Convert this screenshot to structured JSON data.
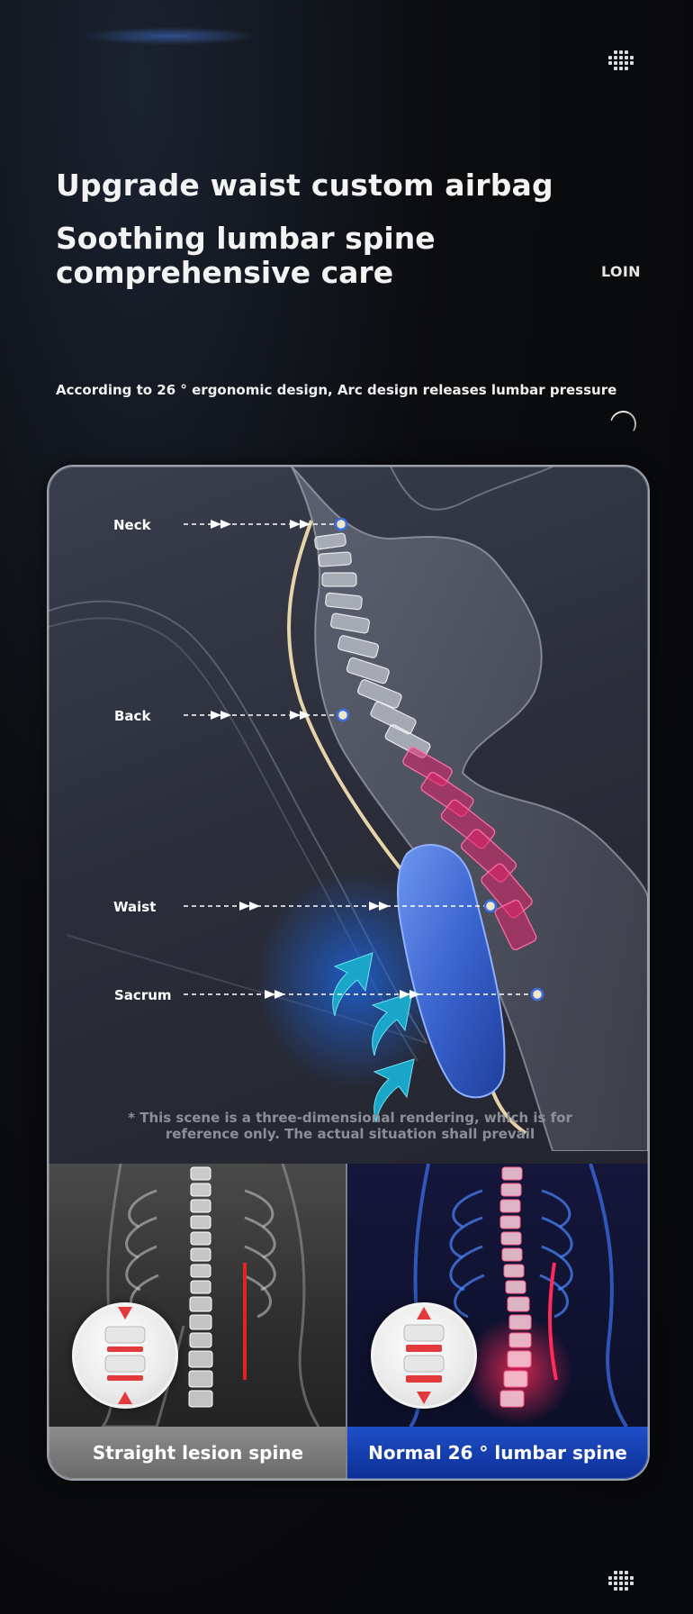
{
  "header": {
    "title": "Upgrade waist custom airbag",
    "subtitle": "Soothing lumbar spine comprehensive care",
    "tag": "LOIN",
    "description": "According to 26 ° ergonomic design, Arc design releases lumbar pressure"
  },
  "diagram": {
    "labels": {
      "neck": "Neck",
      "back": "Back",
      "waist": "Waist",
      "sacrum": "Sacrum"
    },
    "note": "* This scene is a three-dimensional rendering, which is for reference only. The actual situation shall prevail"
  },
  "comparison": {
    "left_caption": "Straight lesion spine",
    "right_caption": "Normal 26 ° lumbar spine"
  },
  "icons": {
    "top": "menu-grid-icon",
    "bottom": "menu-grid-icon",
    "arc": "arc-mark-icon"
  },
  "colors": {
    "background": "#0b0c0e",
    "accent_blue": "#1f4fc8",
    "spine_highlight": "#e0246a",
    "airbag": "#3f6fd8",
    "arrow_teal": "#1aa6c8"
  }
}
